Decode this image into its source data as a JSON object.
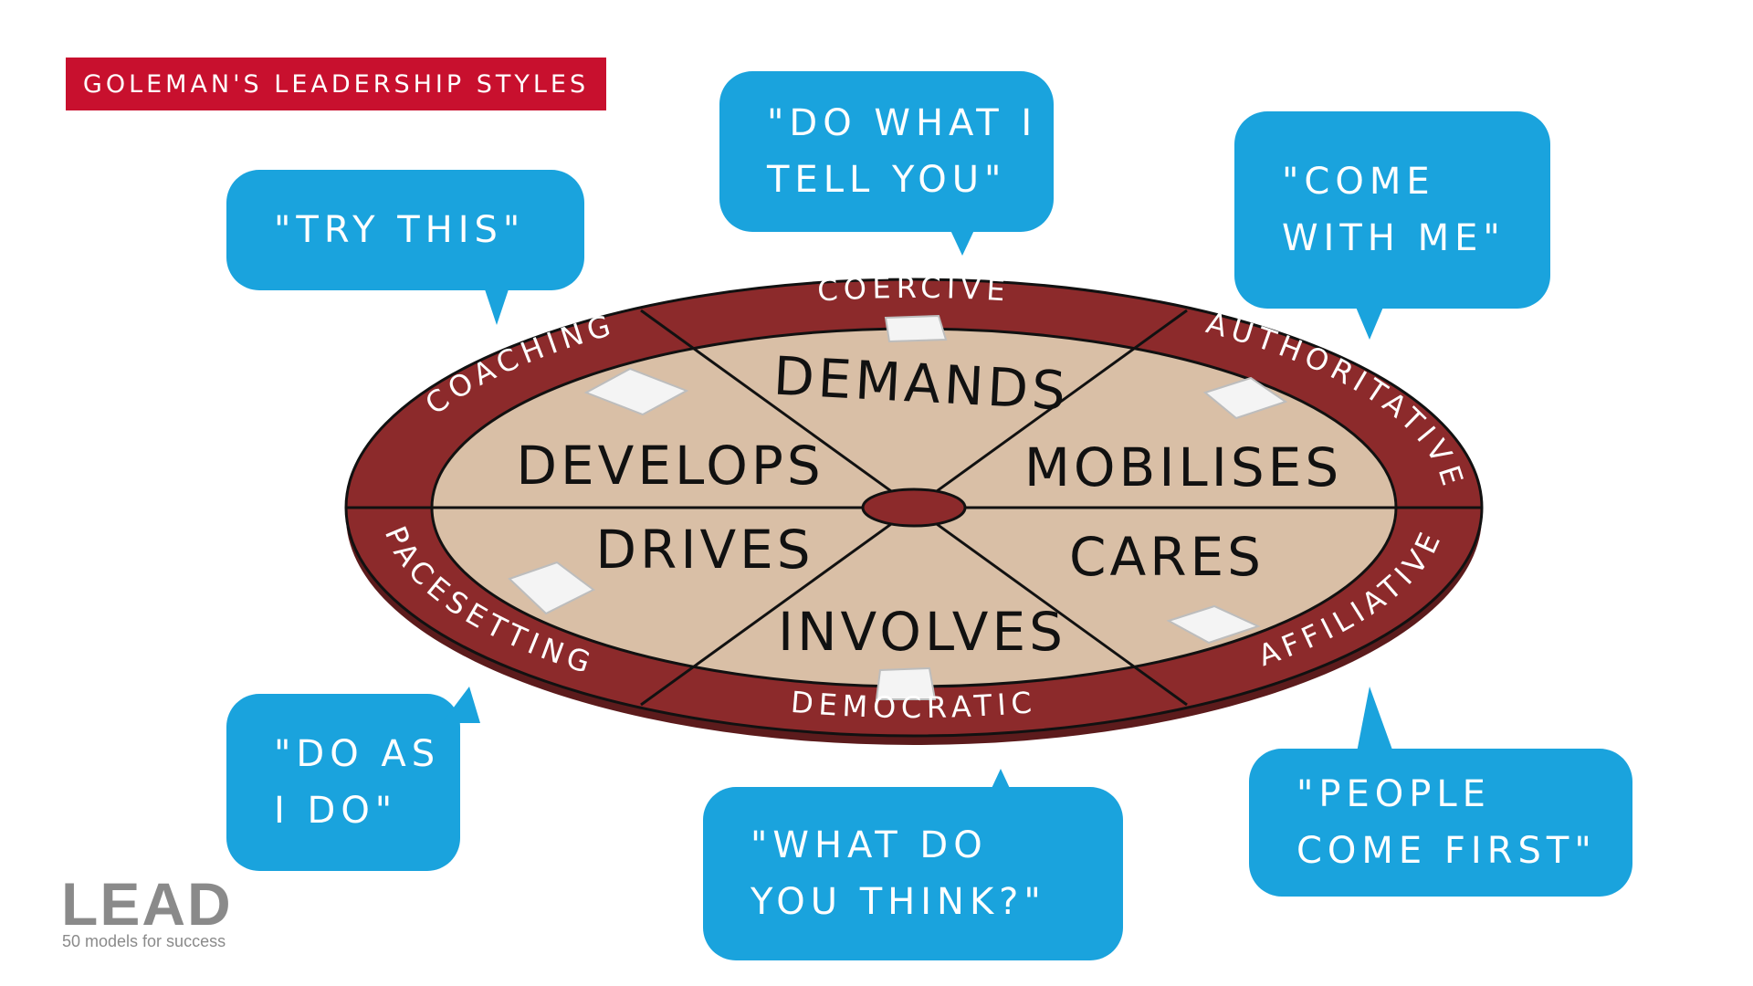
{
  "title": "GOLEMAN'S LEADERSHIP STYLES",
  "colors": {
    "title_bg": "#c8102e",
    "bubble": "#1aa3dd",
    "rim": "#8c2a2b",
    "segment": "#d9bfa6",
    "text": "#111111"
  },
  "styles": [
    {
      "name": "COERCIVE",
      "verb": "DEMANDS",
      "quote": [
        "\"DO WHAT I",
        "TELL YOU\""
      ]
    },
    {
      "name": "AUTHORITATIVE",
      "verb": "MOBILISES",
      "quote": [
        "\"COME",
        "WITH ME\""
      ]
    },
    {
      "name": "AFFILIATIVE",
      "verb": "CARES",
      "quote": [
        "\"PEOPLE",
        "COME FIRST\""
      ]
    },
    {
      "name": "DEMOCRATIC",
      "verb": "INVOLVES",
      "quote": [
        "\"WHAT DO",
        "YOU THINK?\""
      ]
    },
    {
      "name": "PACESETTING",
      "verb": "DRIVES",
      "quote": [
        "\"DO AS",
        "I DO\""
      ]
    },
    {
      "name": "COACHING",
      "verb": "DEVELOPS",
      "quote": [
        "\"TRY THIS\""
      ]
    }
  ],
  "brand": {
    "logo": "LEAD",
    "tagline": "50 models for success"
  }
}
